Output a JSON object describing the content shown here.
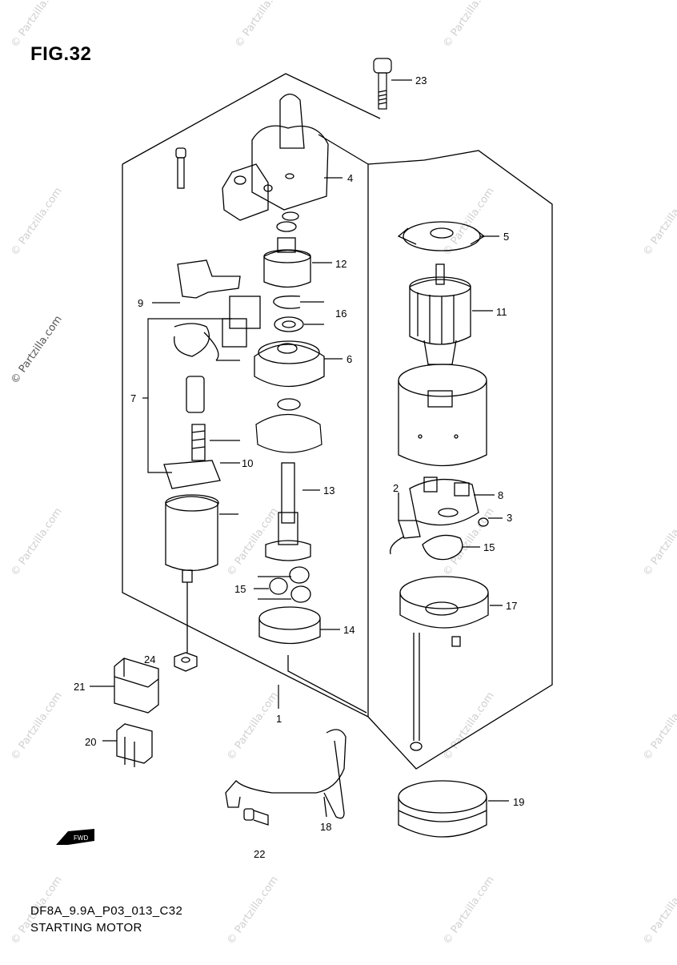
{
  "figure": {
    "title": "FIG.32",
    "code": "DF8A_9.9A_P03_013_C32",
    "name": "STARTING MOTOR"
  },
  "watermark": {
    "text": "© Partzilla.com",
    "color": "#d0d0d0"
  },
  "callouts": [
    "1",
    "2",
    "3",
    "4",
    "5",
    "6",
    "7",
    "8",
    "9",
    "10",
    "11",
    "12",
    "13",
    "14",
    "15",
    "15",
    "16",
    "17",
    "18",
    "19",
    "20",
    "21",
    "22",
    "23",
    "24"
  ],
  "fwd_icon": "fwd-arrow-icon"
}
